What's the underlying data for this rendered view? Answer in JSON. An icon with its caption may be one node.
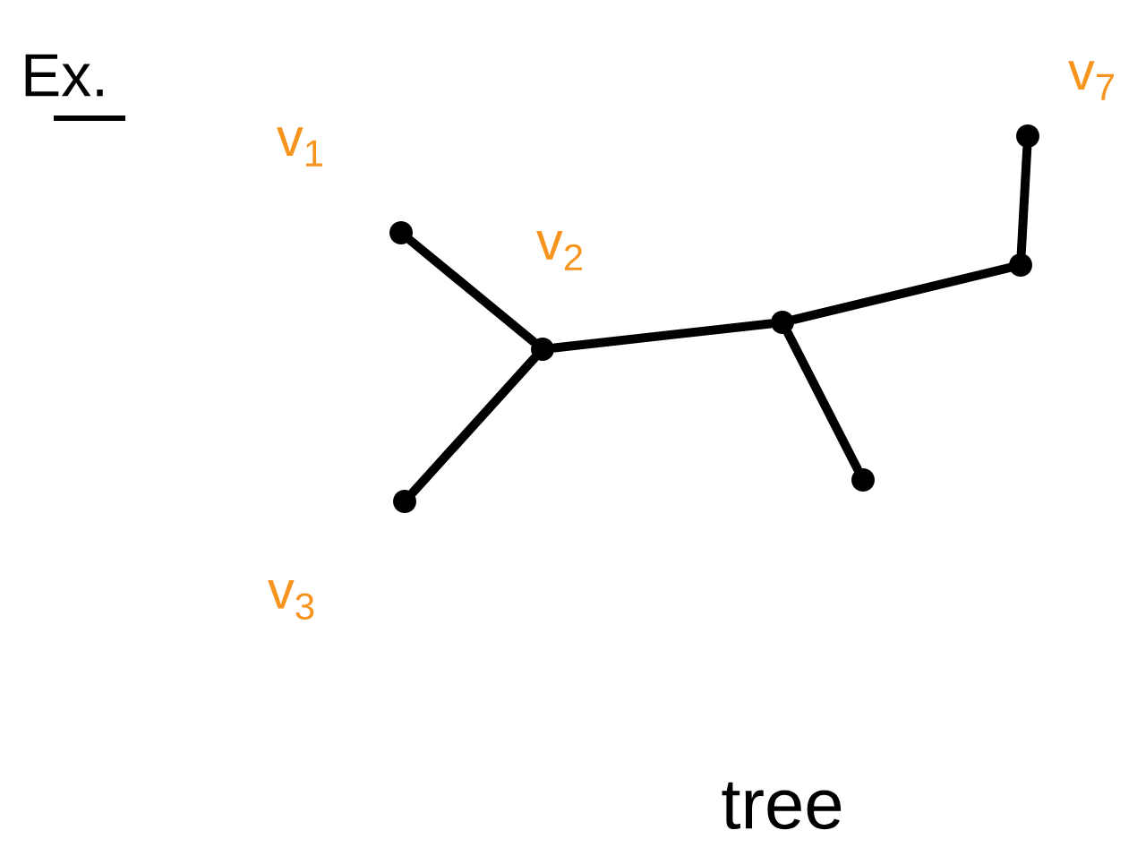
{
  "diagram": {
    "title": "Ex.",
    "caption": "tree",
    "nodes": [
      {
        "text": [],
        "shape": "circle",
        "beside": [
          "v$_{1}$"
        ]
      },
      {
        "text": [],
        "shape": "circle",
        "beside": [
          "v$_{2}$"
        ]
      },
      {
        "text": [],
        "shape": "circle",
        "beside": [
          "v$_{3}$"
        ]
      },
      {
        "text": [],
        "shape": "circle"
      },
      {
        "text": [],
        "shape": "circle"
      },
      {
        "text": [],
        "shape": "circle"
      },
      {
        "text": [],
        "shape": "circle",
        "beside": [
          "v$_{7}$"
        ]
      }
    ],
    "edges": [
      {
        "from": 0,
        "to": 1,
        "arrow": "none"
      },
      {
        "from": 2,
        "to": 1,
        "arrow": "none"
      },
      {
        "from": 1,
        "to": 3,
        "arrow": "none"
      },
      {
        "from": 3,
        "to": 4,
        "arrow": "none"
      },
      {
        "from": 3,
        "to": 5,
        "arrow": "none"
      },
      {
        "from": 5,
        "to": 6,
        "arrow": "none"
      }
    ]
  }
}
